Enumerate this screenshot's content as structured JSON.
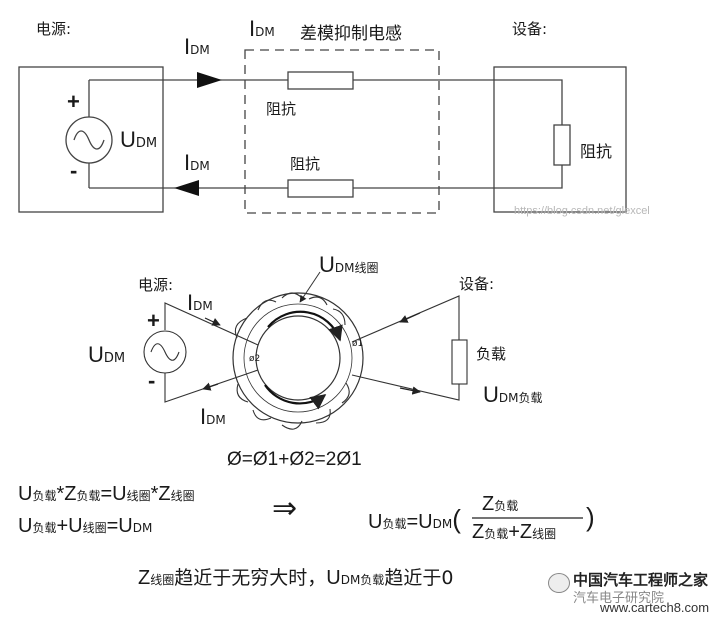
{
  "top": {
    "source_label": "电源:",
    "device_label": "设备:",
    "title": "差模抑制电感",
    "i_top": {
      "main": "I",
      "sub": "DM"
    },
    "i_choke": {
      "main": "I",
      "sub": "DM"
    },
    "i_bottom": {
      "main": "I",
      "sub": "DM"
    },
    "u_source": {
      "main": "U",
      "sub": "DM"
    },
    "plus": "+",
    "minus": "-",
    "impedance_top": "阻抗",
    "impedance_bottom": "阻抗",
    "impedance_device": "阻抗",
    "watermark": "https://blog.csdn.net/glexcel"
  },
  "bottom": {
    "source_label": "电源:",
    "device_label": "设备:",
    "u_coil": {
      "main": "U",
      "sub": "DM线圈"
    },
    "i_top": {
      "main": "I",
      "sub": "DM"
    },
    "i_bottom": {
      "main": "I",
      "sub": "DM"
    },
    "u_source": {
      "main": "U",
      "sub": "DM"
    },
    "plus": "+",
    "minus": "-",
    "load": "负载",
    "u_load": {
      "main": "U",
      "sub": "DM负载"
    },
    "phi1": "ø1",
    "phi2": "ø2",
    "flux_equation": "Ø=Ø1+Ø2=2Ø1"
  },
  "equations": {
    "eq1": [
      {
        "t": "U",
        "s": false
      },
      {
        "t": "负载",
        "s": true
      },
      {
        "t": "*Z",
        "s": false
      },
      {
        "t": "负载",
        "s": true
      },
      {
        "t": "=U",
        "s": false
      },
      {
        "t": "线圈",
        "s": true
      },
      {
        "t": "*Z",
        "s": false
      },
      {
        "t": "线圈",
        "s": true
      }
    ],
    "eq2": [
      {
        "t": "U",
        "s": false
      },
      {
        "t": "负载",
        "s": true
      },
      {
        "t": "+U",
        "s": false
      },
      {
        "t": "线圈",
        "s": true
      },
      {
        "t": "=U",
        "s": false
      },
      {
        "t": "DM",
        "s": true
      }
    ],
    "implies": "⇒",
    "result_lhs": [
      {
        "t": "U",
        "s": false
      },
      {
        "t": "负载",
        "s": true
      },
      {
        "t": "=U",
        "s": false
      },
      {
        "t": "DM",
        "s": true
      },
      {
        "t": "(",
        "s": false
      }
    ],
    "numerator": [
      {
        "t": "Z",
        "s": false
      },
      {
        "t": "负载",
        "s": true
      }
    ],
    "denominator": [
      {
        "t": "Z",
        "s": false
      },
      {
        "t": "负载",
        "s": true
      },
      {
        "t": "+Z",
        "s": false
      },
      {
        "t": "线圈",
        "s": true
      }
    ],
    "close_paren": ")"
  },
  "footer": {
    "z": {
      "main": "Z",
      "sub": "线圈"
    },
    "text1": "趋近于无穷大时，",
    "u": {
      "main": "U",
      "sub": "DM负载"
    },
    "text2": "趋近于0"
  },
  "branding": {
    "name": "中国汽车工程师之家",
    "sub": "汽车电子研究院",
    "url": "www.cartech8.com"
  }
}
